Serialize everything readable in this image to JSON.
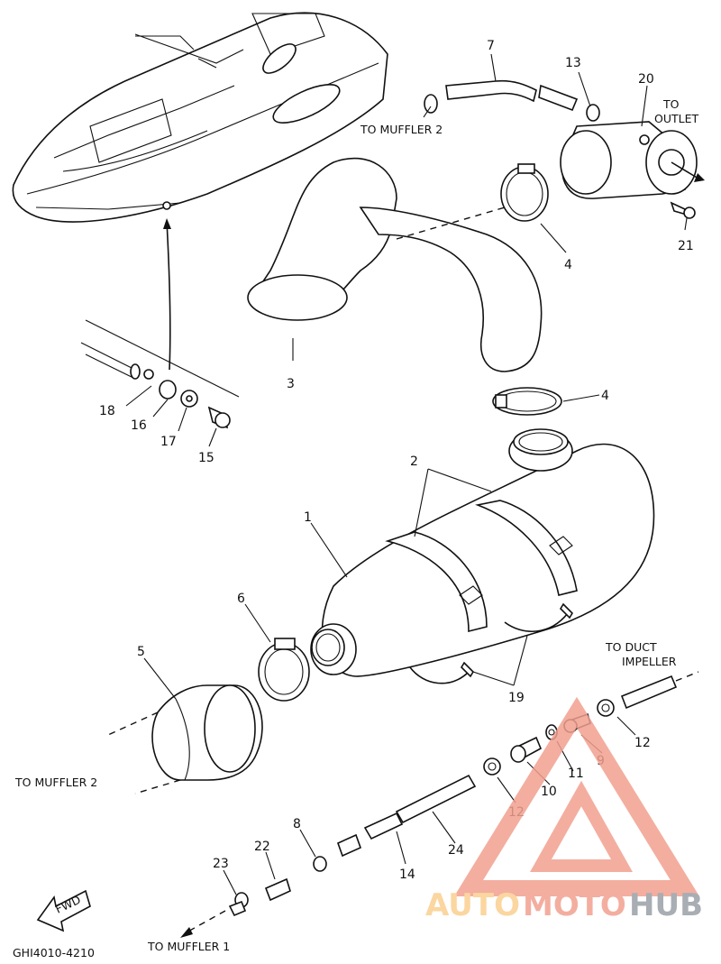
{
  "parts": {
    "p1": "1",
    "p2": "2",
    "p3": "3",
    "p4a": "4",
    "p4b": "4",
    "p5": "5",
    "p6": "6",
    "p7": "7",
    "p8": "8",
    "p9": "9",
    "p10": "10",
    "p11": "11",
    "p12a": "12",
    "p12b": "12",
    "p13": "13",
    "p14": "14",
    "p15": "15",
    "p16": "16",
    "p17": "17",
    "p18": "18",
    "p19": "19",
    "p20": "20",
    "p21": "21",
    "p22": "22",
    "p23": "23",
    "p24": "24"
  },
  "notes": {
    "to_muffler2_top": "TO MUFFLER 2",
    "to_outlet_1": "TO",
    "to_outlet_2": "OUTLET",
    "to_duct_1": "TO DUCT",
    "to_duct_2": "IMPELLER",
    "to_muffler2_left": "TO MUFFLER 2",
    "to_muffler1": "TO MUFFLER 1",
    "fwd": "FWD",
    "code": "GHI4010-4210"
  },
  "watermark": {
    "text_a": "AUTO",
    "text_b": "MOTO",
    "text_c": "HUB",
    "color_primary": "#f2a090",
    "color_secondary": "#fbcf90",
    "color_tertiary": "#9aa0a6"
  }
}
